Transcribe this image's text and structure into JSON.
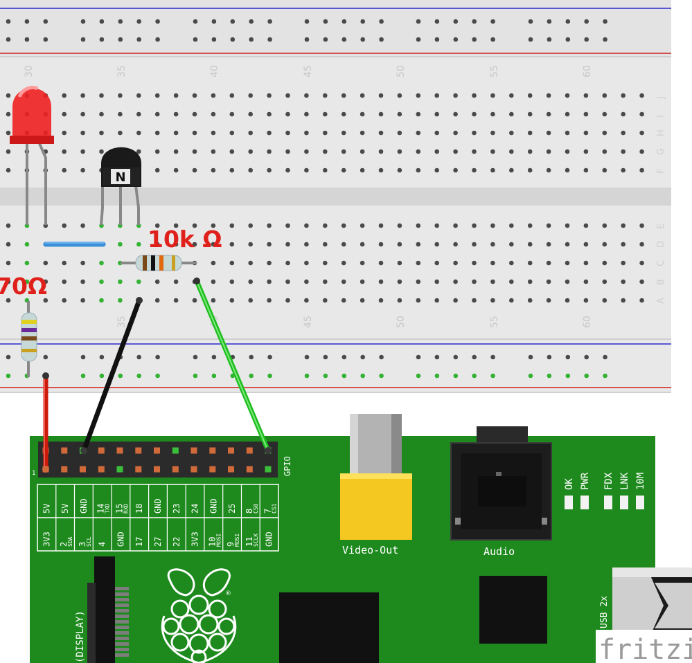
{
  "breadboard": {
    "column_numbers_top": [
      "30",
      "35",
      "40",
      "45",
      "50",
      "55",
      "60"
    ],
    "column_numbers_bottom": [
      "35",
      "40",
      "45",
      "50",
      "55",
      "60"
    ],
    "row_letters_top": [
      "J",
      "I",
      "H",
      "G",
      "F"
    ],
    "row_letters_bottom": [
      "E",
      "D",
      "C",
      "B",
      "A"
    ]
  },
  "components": {
    "resistor_small_label": "70Ω",
    "resistor_10k_label": "10k Ω",
    "transistor_label": "N"
  },
  "pi": {
    "gpio_label": "GPIO",
    "pin1_label": "1",
    "top_row_pins": [
      {
        "main": "5V",
        "sub": ""
      },
      {
        "main": "5V",
        "sub": ""
      },
      {
        "main": "GND",
        "sub": ""
      },
      {
        "main": "14",
        "sub": "TXD"
      },
      {
        "main": "15",
        "sub": "RXD"
      },
      {
        "main": "18",
        "sub": ""
      },
      {
        "main": "GND",
        "sub": ""
      },
      {
        "main": "23",
        "sub": ""
      },
      {
        "main": "24",
        "sub": ""
      },
      {
        "main": "GND",
        "sub": ""
      },
      {
        "main": "25",
        "sub": ""
      },
      {
        "main": "8",
        "sub": "CS0"
      },
      {
        "main": "7",
        "sub": "CS1"
      }
    ],
    "bottom_row_pins": [
      {
        "main": "3V3",
        "sub": ""
      },
      {
        "main": "2",
        "sub": "SDA"
      },
      {
        "main": "3",
        "sub": "SCL"
      },
      {
        "main": "4",
        "sub": ""
      },
      {
        "main": "GND",
        "sub": ""
      },
      {
        "main": "17",
        "sub": ""
      },
      {
        "main": "27",
        "sub": ""
      },
      {
        "main": "22",
        "sub": ""
      },
      {
        "main": "3V3",
        "sub": ""
      },
      {
        "main": "10",
        "sub": "MOSI"
      },
      {
        "main": "9",
        "sub": "MOSI"
      },
      {
        "main": "11",
        "sub": "SCLK"
      },
      {
        "main": "GND",
        "sub": ""
      }
    ],
    "video_out_label": "Video-Out",
    "audio_label": "Audio",
    "leds": [
      "OK",
      "PWR",
      "FDX",
      "LNK",
      "10M"
    ],
    "display_label": "(DISPLAY)",
    "usb_label": "USB 2x",
    "logo_mark": "®"
  },
  "watermark": "fritzing",
  "colors": {
    "breadboard": "#e6e6e6",
    "pcb_green": "#1e8a1e",
    "rail_blue": "#2a2ad0",
    "rail_red": "#d02020",
    "wire_red": "#cc1a0c",
    "wire_black": "#111111",
    "wire_green": "#1fbe1f",
    "wire_blue": "#3a8fd8",
    "label_red": "#e0201a"
  }
}
